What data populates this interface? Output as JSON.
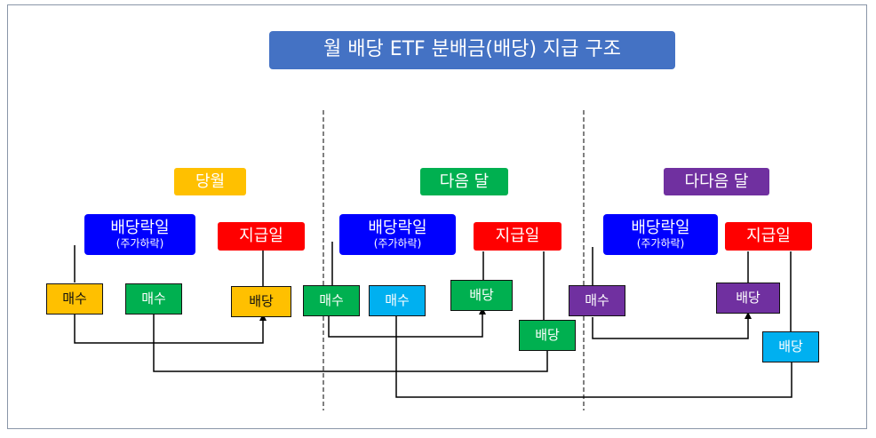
{
  "title": "월 배당 ETF 분배금(배당) 지급 구조",
  "periods": [
    {
      "label": "당월",
      "color": "#ffc000"
    },
    {
      "label": "다음 달",
      "color": "#00b050"
    },
    {
      "label": "다다음 달",
      "color": "#7030a0"
    }
  ],
  "ex_dividend": {
    "label": "배당락일",
    "sub": "(주가하락)"
  },
  "payment_day": {
    "label": "지급일"
  },
  "buy_label": "매수",
  "dividend_label": "배당",
  "colors": {
    "yellow": "#ffc000",
    "green": "#00b050",
    "skyblue": "#00b0f0",
    "purple": "#7030a0",
    "blue": "#0000ff",
    "red": "#ff0000",
    "title": "#4472c4"
  }
}
